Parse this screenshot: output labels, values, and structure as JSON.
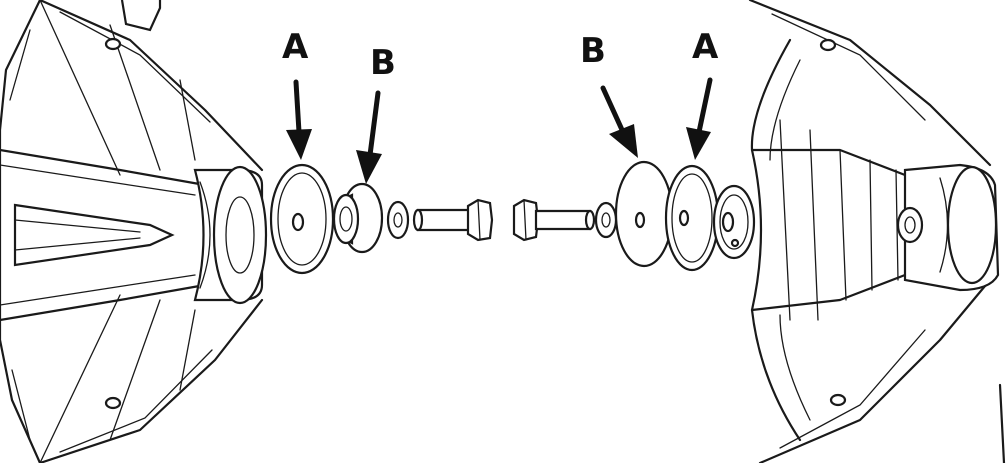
{
  "callouts": {
    "left_a": "A",
    "left_b": "B",
    "right_b": "B",
    "right_a": "A"
  },
  "colors": {
    "line": "#1a1a1a",
    "background": "#ffffff",
    "shade": "#d9d9d9"
  }
}
